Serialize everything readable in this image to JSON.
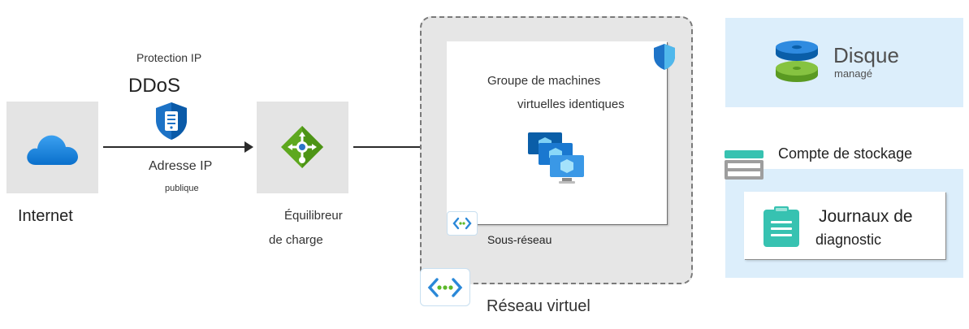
{
  "internet": {
    "label": "Internet"
  },
  "ddos": {
    "protection_label": "Protection IP",
    "title": "DDoS",
    "public_ip_label": "Adresse IP",
    "public_ip_sublabel": "publique"
  },
  "load_balancer": {
    "label_line1": "Équilibreur",
    "label_line2": "de charge"
  },
  "vmss": {
    "label_line1": "Groupe de machines",
    "label_line2": "virtuelles identiques"
  },
  "subnet": {
    "label": "Sous-réseau"
  },
  "vnet": {
    "label": "Réseau virtuel"
  },
  "disk": {
    "title": "Disque",
    "subtitle": "managé"
  },
  "storage": {
    "label": "Compte de stockage"
  },
  "logs": {
    "label_line1": "Journaux de",
    "label_line2": "diagnostic"
  },
  "colors": {
    "azure_blue": "#0078d4",
    "tile_gray": "#e4e4e4",
    "tile_blue": "#dceefb",
    "lb_green": "#5ea81f",
    "disk_green": "#7ab93f",
    "teal": "#37c2b1"
  }
}
